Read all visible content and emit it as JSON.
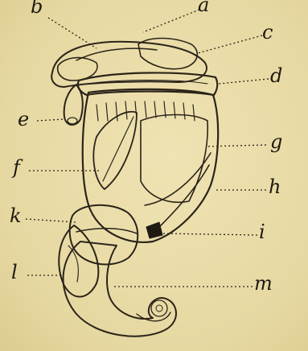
{
  "labels": {
    "a": "a",
    "b": "b",
    "c": "c",
    "d": "d",
    "e": "e",
    "f": "f",
    "g": "g",
    "h": "h",
    "i": "i",
    "k": "k",
    "l": "l",
    "m": "m"
  },
  "colors": {
    "paper": "#e9dca8",
    "ink": "#2a2419"
  }
}
